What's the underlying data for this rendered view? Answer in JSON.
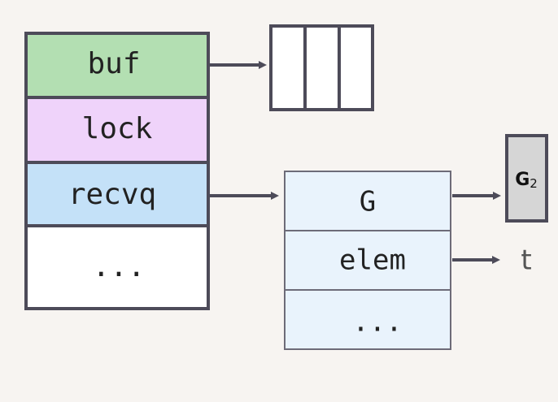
{
  "hchan": {
    "fields": [
      {
        "label": "buf",
        "color": "#b3dfb2"
      },
      {
        "label": "lock",
        "color": "#efd3fa"
      },
      {
        "label": "recvq",
        "color": "#c4e1f8"
      },
      {
        "label": "...",
        "color": "#ffffff"
      }
    ]
  },
  "sudog": {
    "fields": [
      {
        "label": "G"
      },
      {
        "label": "elem"
      },
      {
        "label": "..."
      }
    ],
    "fill": "#e9f3fc"
  },
  "goroutine": {
    "letter": "G",
    "subscript": "2",
    "fill": "#d6d6d6"
  },
  "elem_target": {
    "label": "t"
  },
  "colors": {
    "stroke": "#4d4b59",
    "arrow": "#4d4b59",
    "background": "#f7f4f1"
  }
}
